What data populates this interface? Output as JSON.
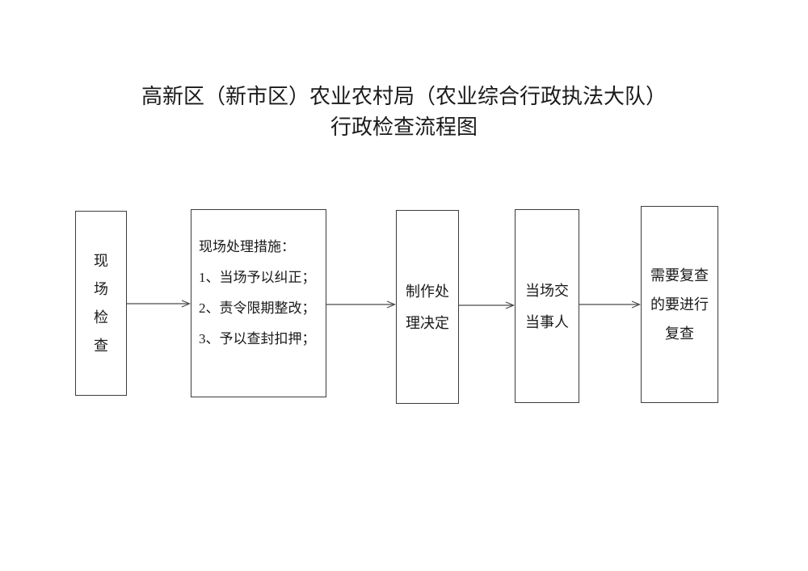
{
  "title": {
    "line1": "高新区（新市区）农业农村局（农业综合行政执法大队）",
    "line2": "行政检查流程图"
  },
  "flowchart": {
    "boxes": [
      {
        "id": "on-site-inspection",
        "orientation": "vertical",
        "lines": [
          "现",
          "场",
          "检",
          "查"
        ]
      },
      {
        "id": "on-site-handling-measures",
        "orientation": "horizontal",
        "lines": [
          "现场处理措施：",
          "1、当场予以纠正；",
          "2、责令限期整改；",
          "3、予以查封扣押；"
        ]
      },
      {
        "id": "make-handling-decision",
        "orientation": "horizontal",
        "lines": [
          "制作处",
          "理决定"
        ]
      },
      {
        "id": "deliver-to-party",
        "orientation": "horizontal",
        "lines": [
          "当场交",
          "当事人"
        ]
      },
      {
        "id": "recheck-if-needed",
        "orientation": "horizontal",
        "lines": [
          "需要复查",
          "的要进行",
          "复查"
        ]
      }
    ],
    "connections": [
      {
        "from": "on-site-inspection",
        "to": "on-site-handling-measures"
      },
      {
        "from": "on-site-handling-measures",
        "to": "make-handling-decision"
      },
      {
        "from": "make-handling-decision",
        "to": "deliver-to-party"
      },
      {
        "from": "deliver-to-party",
        "to": "recheck-if-needed"
      }
    ]
  },
  "colors": {
    "background": "#ffffff",
    "text": "#1a1a1a",
    "box_border": "#3c3c3c",
    "arrow": "#4a4a4a"
  }
}
